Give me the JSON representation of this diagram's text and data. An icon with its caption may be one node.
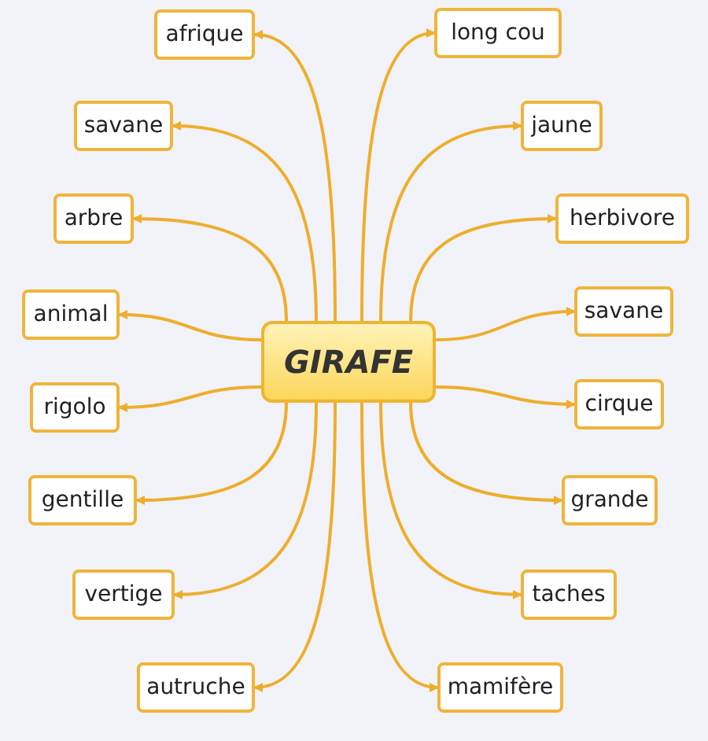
{
  "diagram": {
    "nodes": [
      {
        "text": [
          "GIRAFE"
        ]
      },
      {
        "text": [
          "afrique"
        ]
      },
      {
        "text": [
          "savane"
        ]
      },
      {
        "text": [
          "arbre"
        ]
      },
      {
        "text": [
          "animal"
        ]
      },
      {
        "text": [
          "rigolo"
        ]
      },
      {
        "text": [
          "gentille"
        ]
      },
      {
        "text": [
          "vertige"
        ]
      },
      {
        "text": [
          "autruche"
        ]
      },
      {
        "text": [
          "long cou"
        ]
      },
      {
        "text": [
          "jaune"
        ]
      },
      {
        "text": [
          "herbivore"
        ]
      },
      {
        "text": [
          "savane"
        ]
      },
      {
        "text": [
          "cirque"
        ]
      },
      {
        "text": [
          "grande"
        ]
      },
      {
        "text": [
          "taches"
        ]
      },
      {
        "text": [
          "mamifère"
        ]
      }
    ],
    "edges": [
      {
        "from": 0,
        "to": 1,
        "arrow": "to"
      },
      {
        "from": 0,
        "to": 2,
        "arrow": "to"
      },
      {
        "from": 0,
        "to": 3,
        "arrow": "to"
      },
      {
        "from": 0,
        "to": 4,
        "arrow": "to"
      },
      {
        "from": 0,
        "to": 5,
        "arrow": "to"
      },
      {
        "from": 0,
        "to": 6,
        "arrow": "to"
      },
      {
        "from": 0,
        "to": 7,
        "arrow": "to"
      },
      {
        "from": 0,
        "to": 8,
        "arrow": "to"
      },
      {
        "from": 0,
        "to": 9,
        "arrow": "to"
      },
      {
        "from": 0,
        "to": 10,
        "arrow": "to"
      },
      {
        "from": 0,
        "to": 11,
        "arrow": "to"
      },
      {
        "from": 0,
        "to": 12,
        "arrow": "to"
      },
      {
        "from": 0,
        "to": 13,
        "arrow": "to"
      },
      {
        "from": 0,
        "to": 14,
        "arrow": "to"
      },
      {
        "from": 0,
        "to": 15,
        "arrow": "to"
      },
      {
        "from": 0,
        "to": 16,
        "arrow": "to"
      }
    ]
  }
}
